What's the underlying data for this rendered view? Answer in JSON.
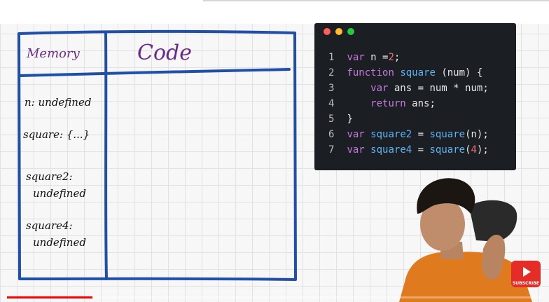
{
  "whiteboard": {
    "memory_heading": "Memory",
    "code_heading": "Code",
    "memory_items": [
      {
        "name": "n:",
        "value": "undefined"
      },
      {
        "name": "square:",
        "value": "{...}"
      },
      {
        "name": "square2:",
        "value": "undefined"
      },
      {
        "name": "square4:",
        "value": "undefined"
      }
    ]
  },
  "editor": {
    "window_dots": [
      "#ff5f56",
      "#ffbd2e",
      "#27c93f"
    ],
    "lines": [
      {
        "num": "1",
        "parts": [
          [
            "kw",
            "var"
          ],
          [
            "op",
            " n ="
          ],
          [
            "num",
            "2"
          ],
          [
            "op",
            ";"
          ]
        ]
      },
      {
        "num": "2",
        "parts": [
          [
            "kw",
            "function"
          ],
          [
            "op",
            " "
          ],
          [
            "fn",
            "square"
          ],
          [
            "op",
            " (num) {"
          ]
        ]
      },
      {
        "num": "3",
        "parts": [
          [
            "op",
            "    "
          ],
          [
            "kw",
            "var"
          ],
          [
            "op",
            " ans = num * num;"
          ]
        ]
      },
      {
        "num": "4",
        "parts": [
          [
            "op",
            "    "
          ],
          [
            "kw",
            "return"
          ],
          [
            "op",
            " ans;"
          ]
        ]
      },
      {
        "num": "5",
        "parts": [
          [
            "op",
            "}"
          ]
        ]
      },
      {
        "num": "6",
        "parts": [
          [
            "kw",
            "var"
          ],
          [
            "op",
            " "
          ],
          [
            "fn",
            "square2"
          ],
          [
            "op",
            " = "
          ],
          [
            "fn",
            "square"
          ],
          [
            "op",
            "(n);"
          ]
        ]
      },
      {
        "num": "7",
        "parts": [
          [
            "kw",
            "var"
          ],
          [
            "op",
            " "
          ],
          [
            "fn",
            "square4"
          ],
          [
            "op",
            " = "
          ],
          [
            "fn",
            "square"
          ],
          [
            "op",
            "("
          ],
          [
            "num",
            "4"
          ],
          [
            "op",
            ");"
          ]
        ]
      }
    ]
  },
  "overlay": {
    "subscribe_label": "SUBSCRIBE",
    "subscribe_icon": "youtube-play-icon",
    "progress_fraction": 0.16
  },
  "colors": {
    "marker_blue": "#1f4fa8",
    "marker_purple": "#6b2a8a",
    "editor_bg": "#1b1f24",
    "subscribe_red": "#e52d27"
  }
}
